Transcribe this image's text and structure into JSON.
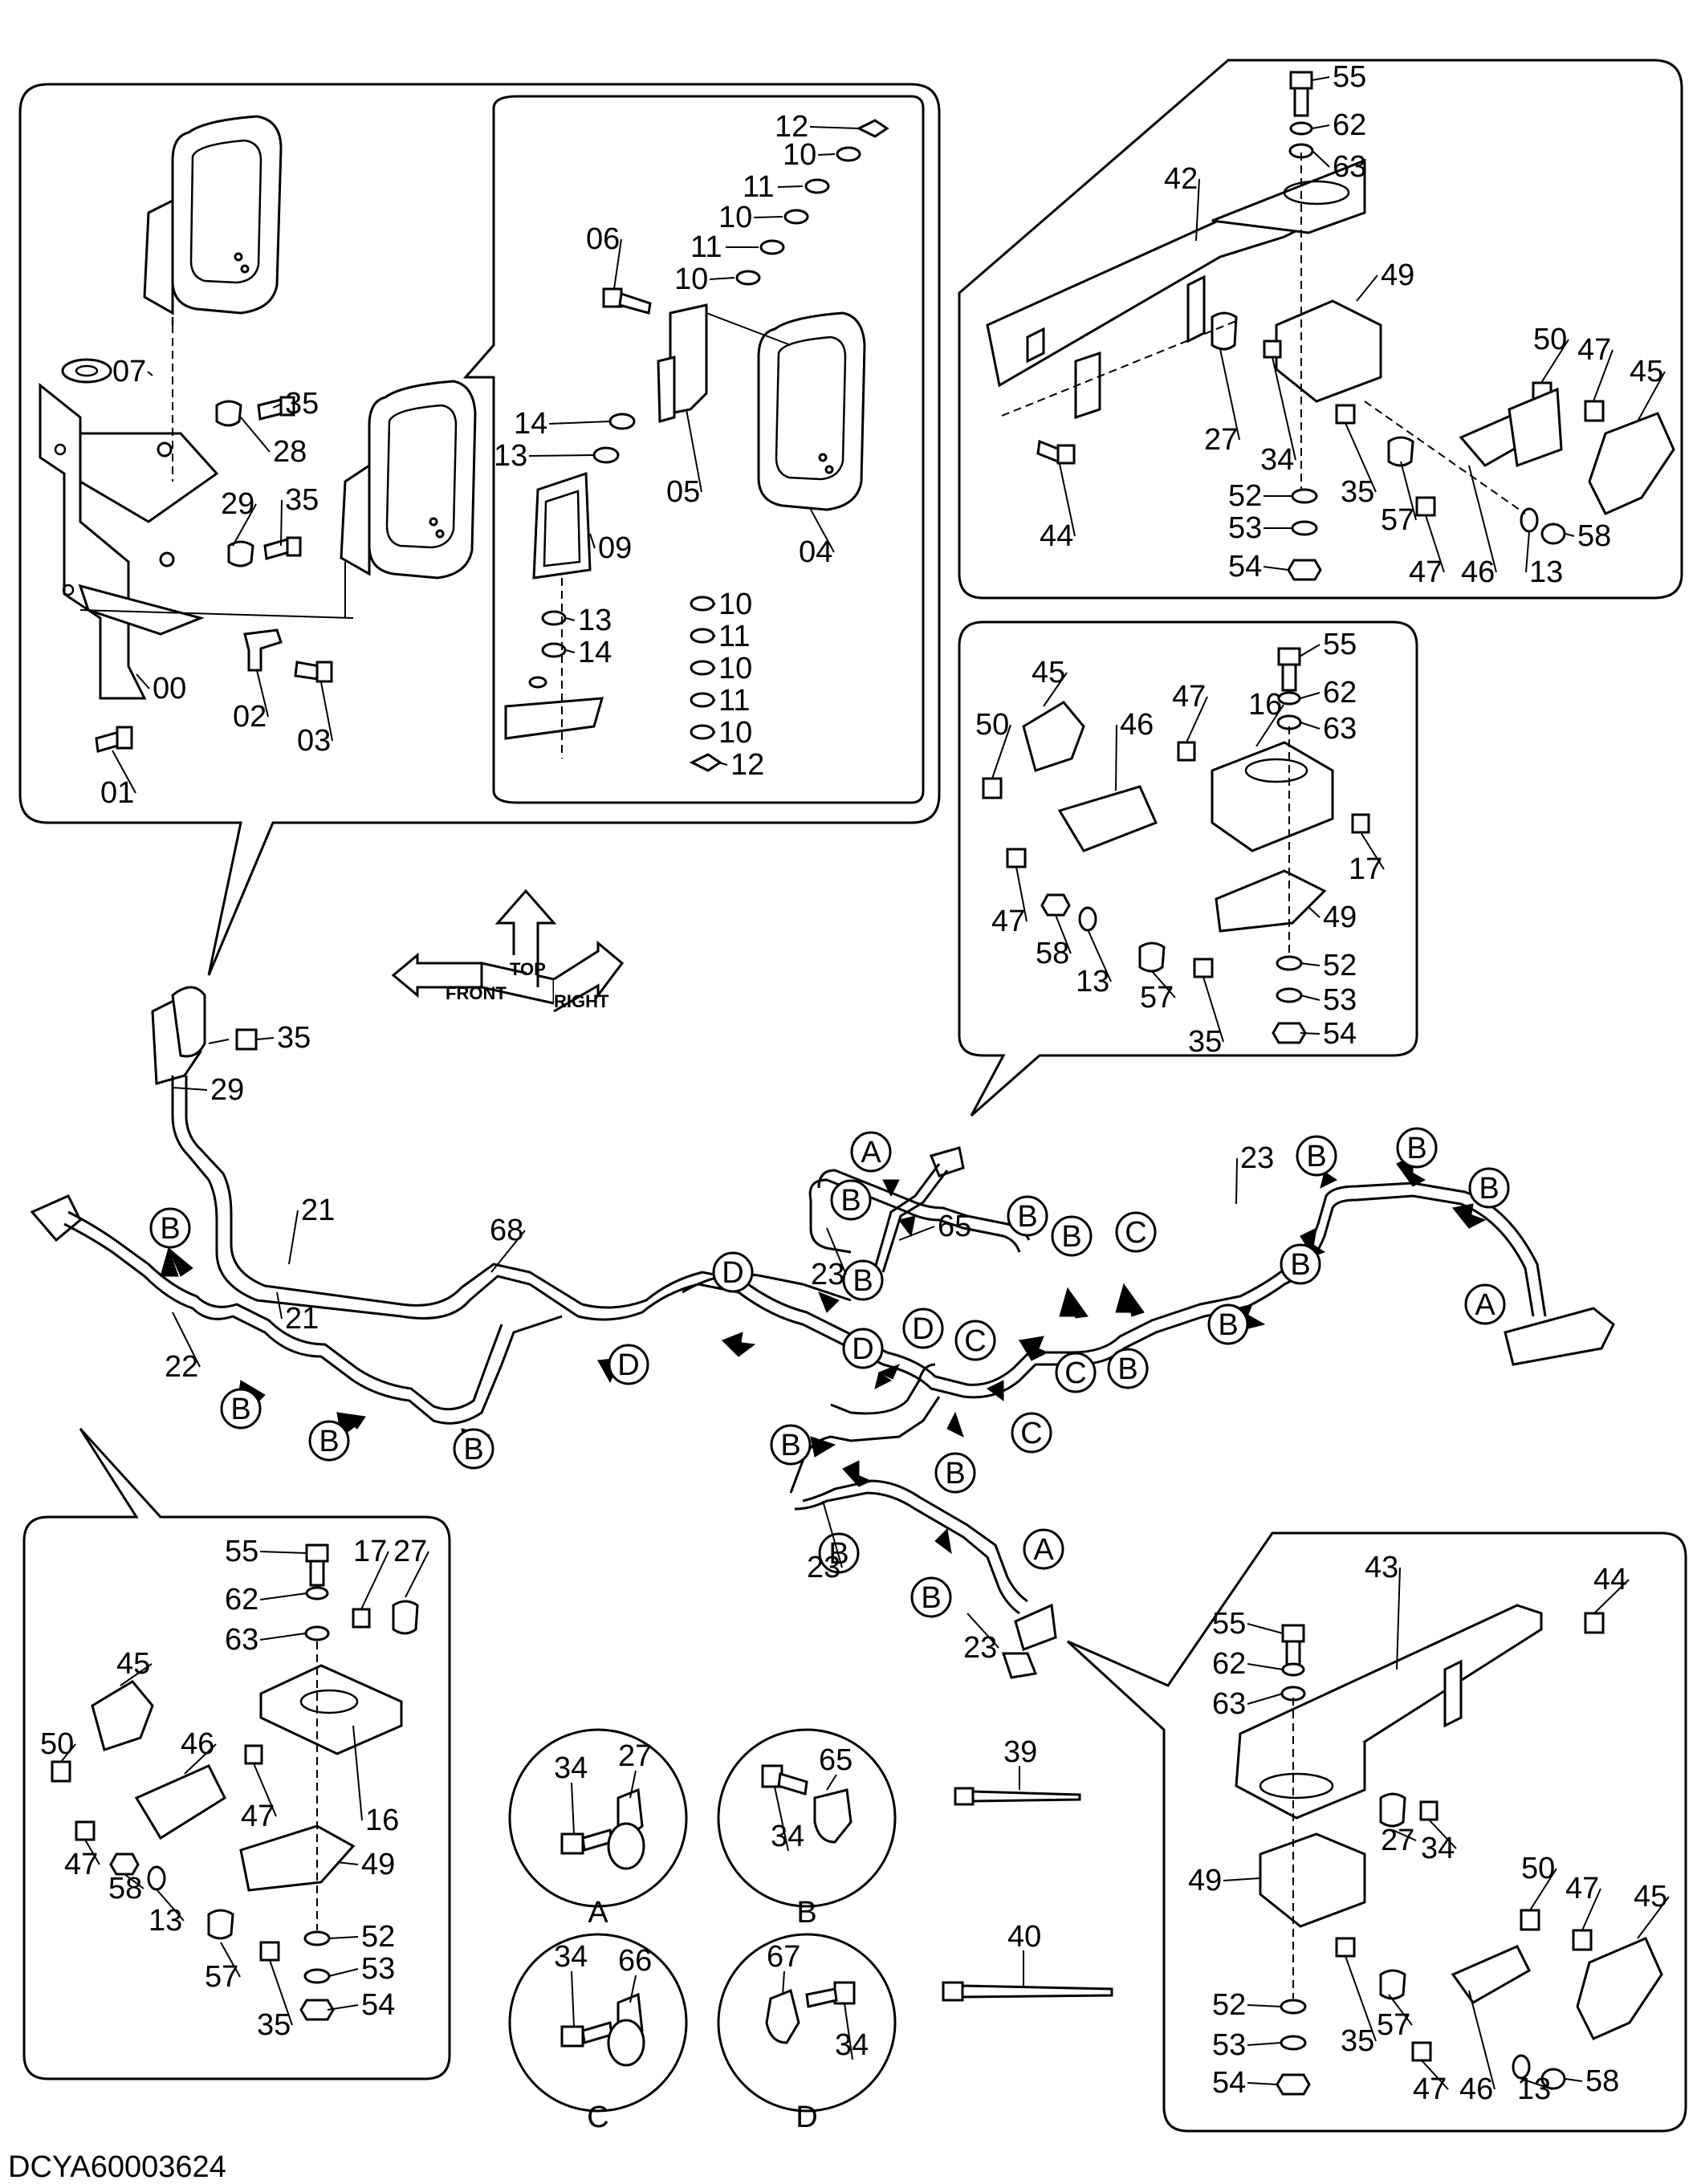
{
  "drawing_code": "DCYA60003624",
  "direction_arrows": {
    "top": "TOP",
    "front": "FRONT",
    "right": "RIGHT"
  },
  "panel_top_left": {
    "labels": [
      "07",
      "35",
      "28",
      "29",
      "35",
      "00",
      "02",
      "03",
      "01"
    ]
  },
  "panel_top_left_inset": {
    "labels": [
      "12",
      "10",
      "11",
      "10",
      "11",
      "06",
      "10",
      "14",
      "13",
      "05",
      "04",
      "09",
      "13",
      "14",
      "10",
      "11",
      "10",
      "11",
      "10",
      "12"
    ]
  },
  "panel_top_right": {
    "labels": [
      "55",
      "62",
      "63",
      "42",
      "49",
      "50",
      "47",
      "45",
      "27",
      "34",
      "44",
      "35",
      "52",
      "57",
      "53",
      "47",
      "46",
      "13",
      "58",
      "54"
    ]
  },
  "panel_mid_right": {
    "labels": [
      "55",
      "45",
      "62",
      "47",
      "16",
      "63",
      "50",
      "46",
      "17",
      "47",
      "49",
      "58",
      "13",
      "52",
      "53",
      "57",
      "35",
      "54"
    ]
  },
  "panel_bottom_left": {
    "labels": [
      "55",
      "17",
      "27",
      "62",
      "63",
      "45",
      "50",
      "46",
      "47",
      "16",
      "49",
      "47",
      "58",
      "13",
      "52",
      "53",
      "57",
      "35",
      "54"
    ]
  },
  "panel_bottom_right": {
    "labels": [
      "43",
      "44",
      "55",
      "62",
      "63",
      "27",
      "34",
      "49",
      "50",
      "47",
      "45",
      "52",
      "53",
      "35",
      "54",
      "57",
      "47",
      "46",
      "13",
      "58"
    ]
  },
  "harness_labels": [
    "35",
    "29",
    "21",
    "21",
    "22",
    "68",
    "23",
    "23",
    "23",
    "65",
    "23"
  ],
  "callouts": [
    "A",
    "A",
    "A",
    "B",
    "C",
    "D"
  ],
  "detail_circles": [
    {
      "letter": "A",
      "labels": [
        "34",
        "27"
      ]
    },
    {
      "letter": "B",
      "labels": [
        "65",
        "34"
      ]
    },
    {
      "letter": "C",
      "labels": [
        "34",
        "66"
      ]
    },
    {
      "letter": "D",
      "labels": [
        "67",
        "34"
      ]
    }
  ],
  "ties": [
    "39",
    "40"
  ]
}
